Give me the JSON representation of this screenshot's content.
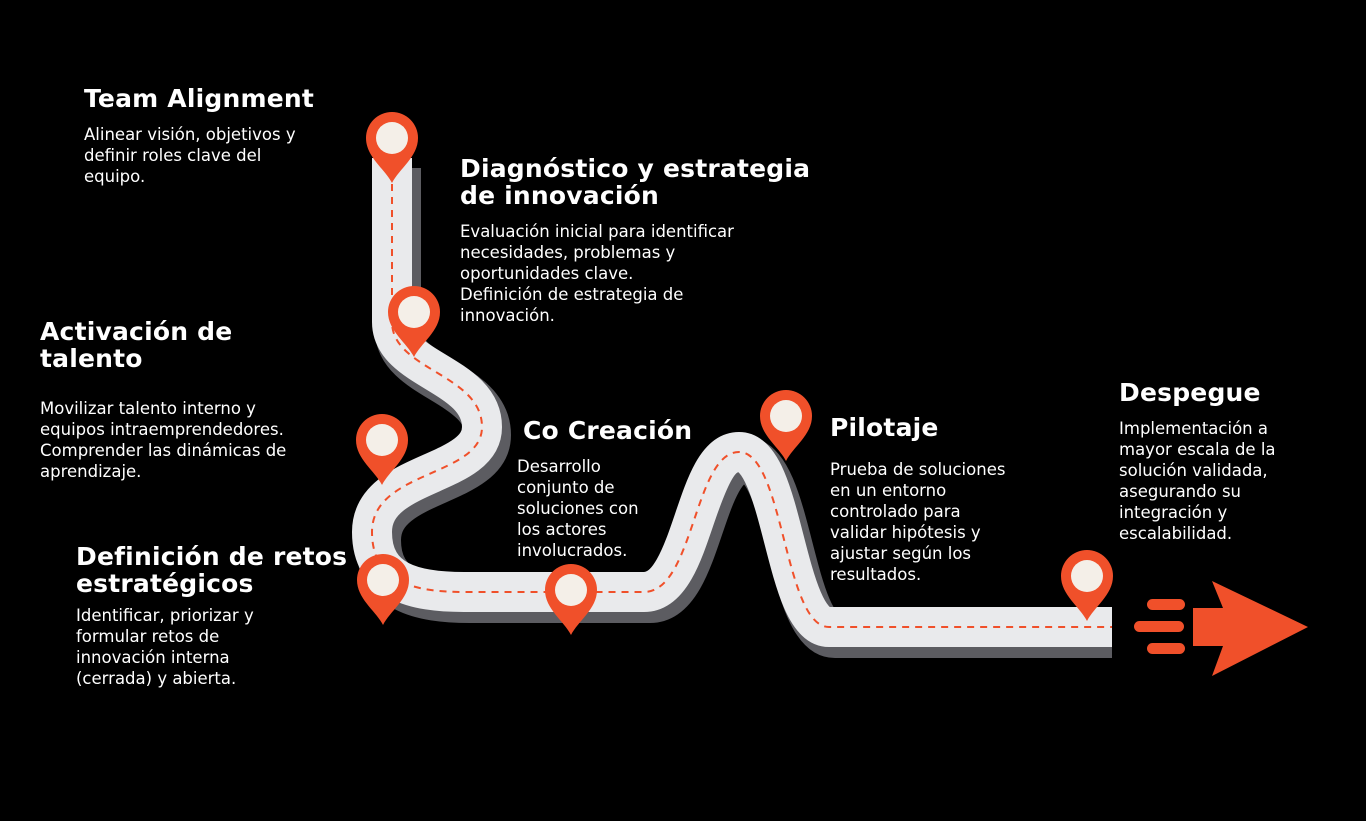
{
  "colors": {
    "background": "#000000",
    "road": "#e9eaec",
    "road_shadow": "#5c5c61",
    "dash": "#f0502a",
    "pin": "#f0502a",
    "pin_center": "#f4efe8",
    "text": "#ffffff"
  },
  "icons": {
    "pin": "map-pin-icon",
    "finish": "launch-arrow-icon"
  },
  "steps": [
    {
      "id": "team-alignment",
      "title": [
        "Team Alignment"
      ],
      "desc": [
        "Alinear visión, objetivos y",
        "definir roles clave del",
        "equipo."
      ]
    },
    {
      "id": "diagnostico",
      "title": [
        "Diagnóstico y estrategia",
        "de innovación"
      ],
      "desc": [
        "Evaluación inicial para identificar",
        "necesidades, problemas y",
        "oportunidades clave.",
        "Definición de estrategia de",
        "innovación."
      ]
    },
    {
      "id": "activacion",
      "title": [
        "Activación de",
        "talento"
      ],
      "desc": [
        "Movilizar talento interno y",
        "equipos intraemprendedores.",
        "Comprender las dinámicas de",
        "aprendizaje."
      ]
    },
    {
      "id": "definicion",
      "title": [
        "Definición de retos",
        "estratégicos"
      ],
      "desc": [
        "Identificar, priorizar y",
        "formular retos de",
        "innovación interna",
        "(cerrada) y abierta."
      ]
    },
    {
      "id": "co-creacion",
      "title": [
        "Co Creación"
      ],
      "desc": [
        "Desarrollo",
        "conjunto de",
        "soluciones con",
        "los actores",
        "involucrados."
      ]
    },
    {
      "id": "pilotaje",
      "title": [
        "Pilotaje"
      ],
      "desc": [
        "Prueba de soluciones",
        "en un entorno",
        "controlado para",
        "validar hipótesis y",
        "ajustar según los",
        "resultados."
      ]
    },
    {
      "id": "despegue",
      "title": [
        "Despegue"
      ],
      "desc": [
        "Implementación a",
        "mayor escala de la",
        "solución validada,",
        "asegurando su",
        "integración y",
        "escalabilidad."
      ]
    }
  ]
}
